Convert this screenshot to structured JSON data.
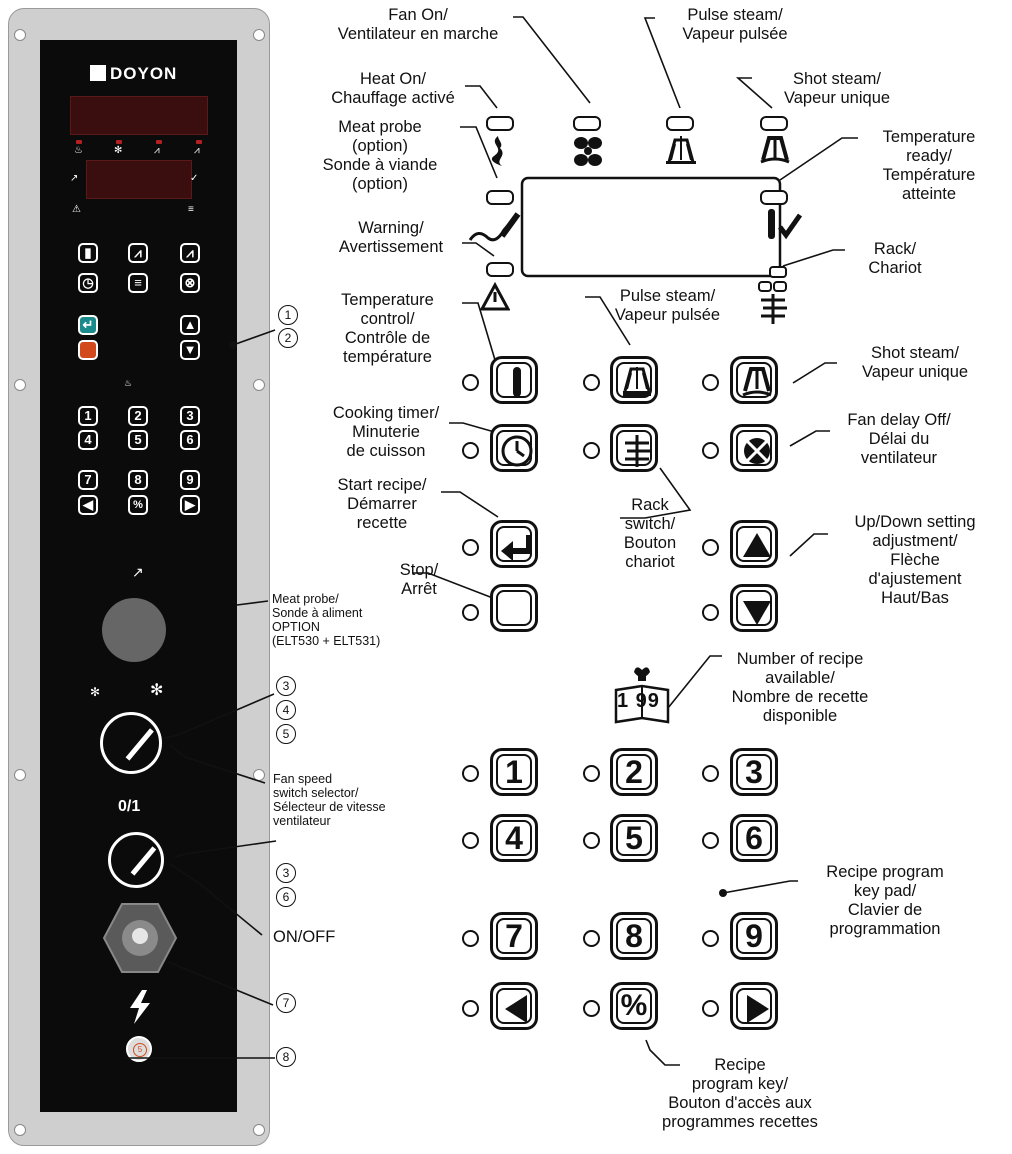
{
  "panel": {
    "brand": "DOYON",
    "knob_label": "0/1",
    "keypad": [
      "1",
      "2",
      "3",
      "4",
      "5",
      "6",
      "7",
      "8",
      "9"
    ]
  },
  "labels": {
    "fan_on": "Fan On/\nVentilateur en marche",
    "pulse_steam_top": "Pulse steam/\nVapeur pulsée",
    "heat_on": "Heat On/\nChauffage activé",
    "shot_steam_top": "Shot steam/\nVapeur unique",
    "meat_probe_option": "Meat probe\n(option)\nSonde à viande\n(option)",
    "temperature_ready": "Temperature\nready/\nTempérature\natteinte",
    "warning": "Warning/\nAvertissement",
    "rack": "Rack/\nChariot",
    "temperature_control": "Temperature\ncontrol/\nContrôle de\ntempérature",
    "pulse_steam_mid": "Pulse steam/\nVapeur pulsée",
    "shot_steam_mid": "Shot steam/\nVapeur unique",
    "cooking_timer": "Cooking timer/\nMinuterie\nde cuisson",
    "fan_delay_off": "Fan delay Off/\nDélai du\nventilateur",
    "start_recipe": "Start recipe/\nDémarrer\nrecette",
    "rack_switch": "Rack\nswitch/\nBouton\nchariot",
    "up_down": "Up/Down setting\nadjustment/\nFlèche\nd'ajustement\nHaut/Bas",
    "stop": "Stop/\nArrêt",
    "number_of_recipe": "Number of recipe\navailable/\nNombre de recette\ndisponible",
    "recipe_keypad": "Recipe program\nkey pad/\nClavier de\nprogrammation",
    "recipe_program_key": "Recipe\nprogram key/\nBouton d'accès aux\nprogrammes recettes",
    "meat_probe_socket": "Meat probe/\nSonde à aliment\nOPTION\n(ELT530 + ELT531)",
    "fan_speed": "Fan speed\nswitch selector/\nSélecteur de vitesse\nventilateur",
    "on_off": "ON/OFF"
  },
  "callouts": [
    "1",
    "2",
    "3",
    "4",
    "5",
    "3",
    "6",
    "7",
    "8"
  ],
  "keys": {
    "digits": [
      "1",
      "2",
      "3",
      "4",
      "5",
      "6",
      "7",
      "8",
      "9"
    ],
    "percent": "%",
    "recipe_badge": "1 99"
  }
}
